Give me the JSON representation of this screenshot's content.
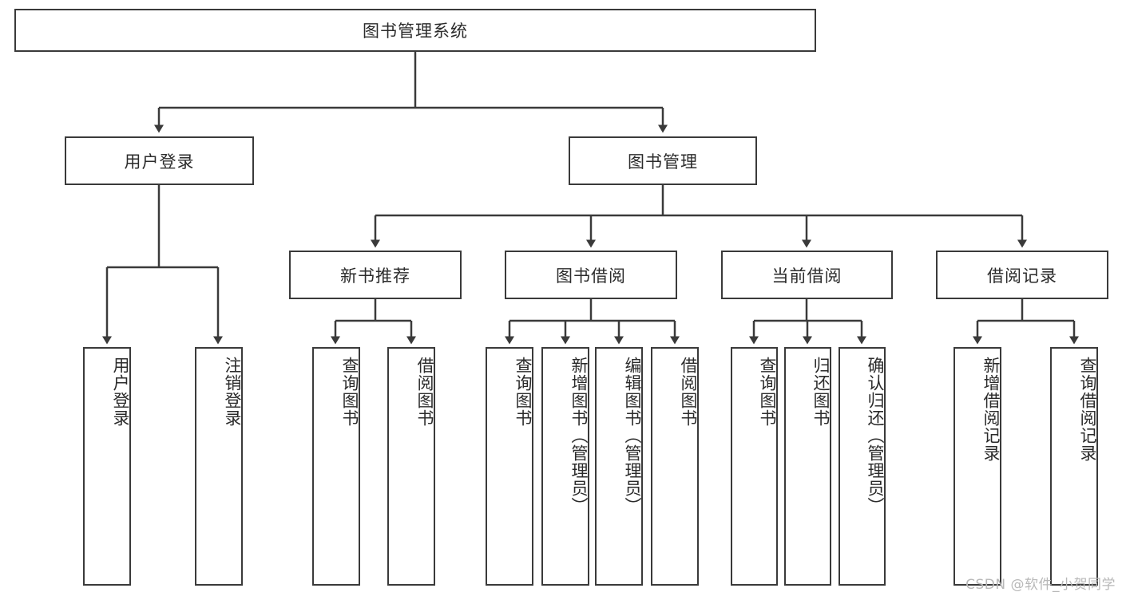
{
  "diagram": {
    "type": "tree-hierarchy",
    "title": "图书管理系统",
    "root": {
      "id": "root",
      "label": "图书管理系统"
    },
    "level2": [
      {
        "id": "user-login",
        "label": "用户登录"
      },
      {
        "id": "book-manage",
        "label": "图书管理"
      }
    ],
    "level3": [
      {
        "id": "new-book-rec",
        "label": "新书推荐",
        "parent": "book-manage"
      },
      {
        "id": "book-borrow",
        "label": "图书借阅",
        "parent": "book-manage"
      },
      {
        "id": "current-borrow",
        "label": "当前借阅",
        "parent": "book-manage"
      },
      {
        "id": "borrow-record",
        "label": "借阅记录",
        "parent": "book-manage"
      }
    ],
    "leaves": [
      {
        "id": "leaf-user-login",
        "label": "用户登录",
        "parent": "user-login"
      },
      {
        "id": "leaf-user-logout",
        "label": "注销登录",
        "parent": "user-login"
      },
      {
        "id": "leaf-query-book-1",
        "label": "查询图书",
        "parent": "new-book-rec"
      },
      {
        "id": "leaf-borrow-book-1",
        "label": "借阅图书",
        "parent": "new-book-rec"
      },
      {
        "id": "leaf-query-book-2",
        "label": "查询图书",
        "parent": "book-borrow"
      },
      {
        "id": "leaf-add-book",
        "label": "新增图书（管理员）",
        "parent": "book-borrow"
      },
      {
        "id": "leaf-edit-book",
        "label": "编辑图书（管理员）",
        "parent": "book-borrow"
      },
      {
        "id": "leaf-borrow-book-2",
        "label": "借阅图书",
        "parent": "book-borrow"
      },
      {
        "id": "leaf-query-book-3",
        "label": "查询图书",
        "parent": "current-borrow"
      },
      {
        "id": "leaf-return-book",
        "label": "归还图书",
        "parent": "current-borrow"
      },
      {
        "id": "leaf-confirm-return",
        "label": "确认归还（管理员）",
        "parent": "current-borrow"
      },
      {
        "id": "leaf-add-record",
        "label": "新增借阅记录",
        "parent": "borrow-record"
      },
      {
        "id": "leaf-query-record",
        "label": "查询借阅记录",
        "parent": "borrow-record"
      }
    ],
    "colors": {
      "stroke": "#3a3a3a",
      "fill": "#ffffff",
      "text": "#2b2b2b",
      "watermark": "#b8b8b8"
    }
  },
  "watermark": {
    "text": "CSDN @软件_小贺同学"
  }
}
